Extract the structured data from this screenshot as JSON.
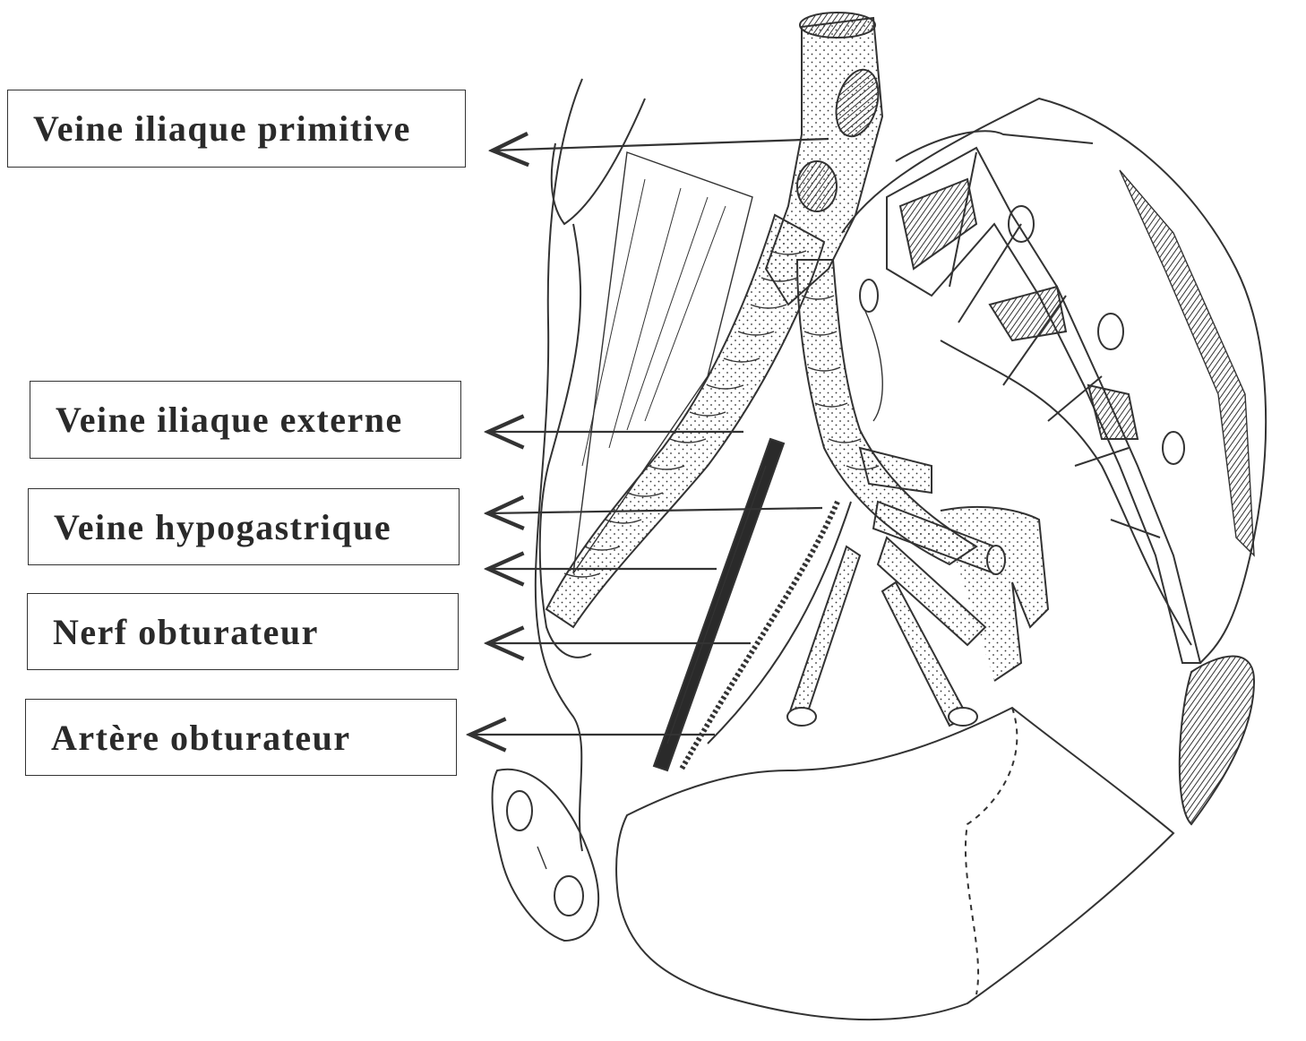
{
  "labels": [
    "Veine iliaque primitive",
    "Veine iliaque externe",
    "Veine hypogastrique",
    "Nerf obturateur",
    "Artère obturateur"
  ],
  "colors": {
    "ink": "#2a2a2a",
    "hatch": "#444444",
    "background": "#ffffff"
  }
}
